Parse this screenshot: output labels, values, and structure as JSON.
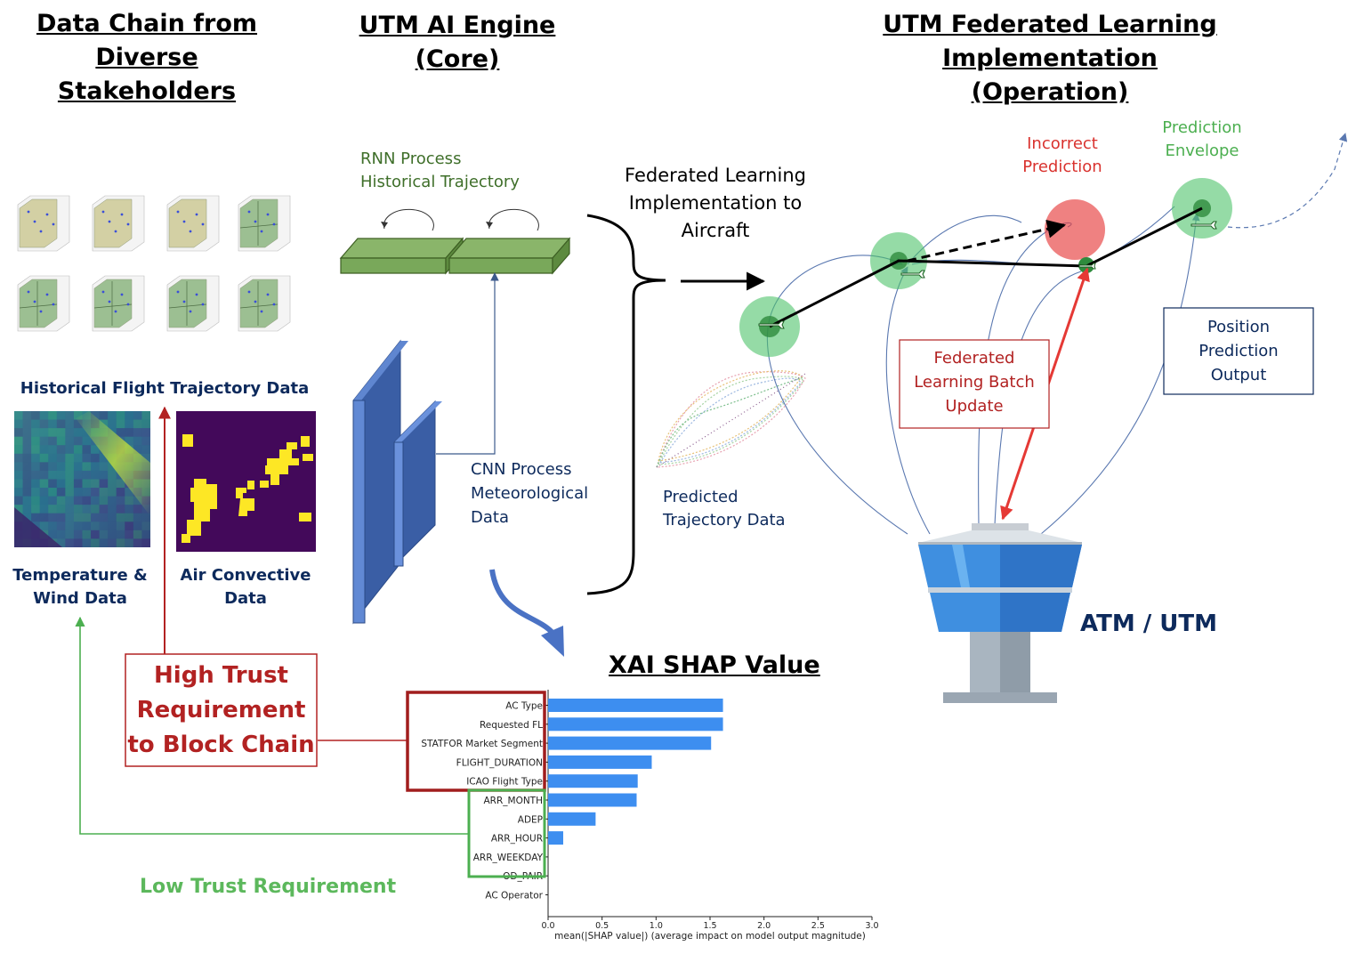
{
  "headers": {
    "left": [
      "Data Chain from",
      "Diverse Stakeholders"
    ],
    "center": [
      "UTM AI Engine",
      "(Core)"
    ],
    "right": [
      "UTM Federated Learning Implementation",
      "(Operation)"
    ]
  },
  "left_panel": {
    "trajectory_label": "Historical Flight Trajectory Data",
    "temperature_label": [
      "Temperature &",
      "Wind Data"
    ],
    "convective_label": [
      "Air Convective",
      "Data"
    ],
    "high_trust": [
      "High Trust",
      "Requirement",
      "to Block Chain"
    ],
    "low_trust": "Low Trust Requirement"
  },
  "engine": {
    "rnn_label": [
      "RNN Process",
      "Historical Trajectory"
    ],
    "cnn_label": [
      "CNN Process",
      "Meteorological",
      "Data"
    ]
  },
  "federated": {
    "impl_label": [
      "Federated Learning",
      "Implementation to",
      "Aircraft"
    ],
    "predicted_label": [
      "Predicted",
      "Trajectory Data"
    ],
    "incorrect_label": [
      "Incorrect",
      "Prediction"
    ],
    "envelope_label": [
      "Prediction",
      "Envelope"
    ],
    "batch_label": [
      "Federated",
      "Learning Batch",
      "Update"
    ],
    "position_label": [
      "Position",
      "Prediction",
      "Output"
    ],
    "atm_label": "ATM / UTM"
  },
  "shap_title": "XAI SHAP Value",
  "colors": {
    "navy": "#0d2a5c",
    "red": "#b22222",
    "green": "#4caf50",
    "bar": "#3d8ef0"
  },
  "chart_data": {
    "type": "bar",
    "orientation": "horizontal",
    "categories": [
      "AC Type",
      "Requested FL",
      "STATFOR Market Segment",
      "FLIGHT_DURATION",
      "ICAO Flight Type",
      "ARR_MONTH",
      "ADEP",
      "ARR_HOUR",
      "ARR_WEEKDAY",
      "OD_PAIR",
      "AC Operator"
    ],
    "values": [
      1.62,
      1.62,
      1.51,
      0.96,
      0.83,
      0.82,
      0.44,
      0.14,
      0.0,
      0.0,
      0.0
    ],
    "xlabel": "mean(|SHAP value|) (average impact on model output magnitude)",
    "xlim": [
      0,
      3.0
    ],
    "xticks": [
      "0.0",
      "0.5",
      "1.0",
      "1.5",
      "2.0",
      "2.5",
      "3.0"
    ],
    "grid": false
  }
}
